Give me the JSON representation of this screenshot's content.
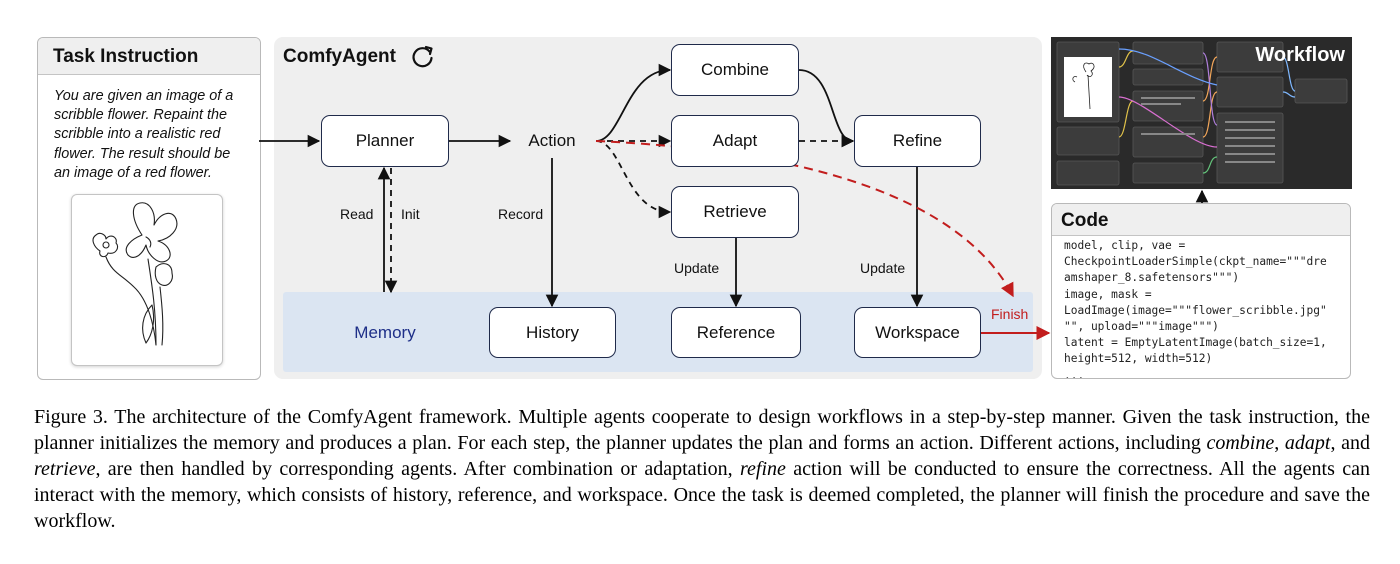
{
  "task_panel": {
    "title": "Task Instruction",
    "instruction": "You are given an image of a scribble flower. Repaint the scribble into a realistic red flower. The result should be an image of a red flower."
  },
  "agent_panel": {
    "title": "ComfyAgent",
    "nodes": {
      "planner": "Planner",
      "action": "Action",
      "combine": "Combine",
      "adapt": "Adapt",
      "retrieve": "Retrieve",
      "refine": "Refine",
      "memory": "Memory",
      "history": "History",
      "reference": "Reference",
      "workspace": "Workspace"
    },
    "edge_labels": {
      "read": "Read",
      "init": "Init",
      "record": "Record",
      "update_reference": "Update",
      "update_workspace": "Update",
      "finish": "Finish"
    },
    "colors": {
      "node_border": "#1f2a4a",
      "memory_band": "#dbe5f2",
      "memory_text": "#1e2f88",
      "finish": "#c21d1d"
    }
  },
  "workflow": {
    "title": "Workflow"
  },
  "code_panel": {
    "title": "Code",
    "lines": [
      "model, clip, vae =",
      "CheckpointLoaderSimple(ckpt_name=\"\"\"dre",
      "amshaper_8.safetensors\"\"\")",
      "image, mask =",
      "LoadImage(image=\"\"\"flower_scribble.jpg\"",
      "\"\", upload=\"\"\"image\"\"\")",
      "latent = EmptyLatentImage(batch_size=1,",
      "height=512, width=512)",
      "..."
    ]
  },
  "caption": {
    "p1": "Figure 3. The architecture of the ComfyAgent framework. Multiple agents cooperate to design workflows in a step-by-step manner. Given the task instruction, the planner initializes the memory and produces a plan. For each step, the planner updates the plan and forms an action. Different actions, including ",
    "t_combine": "combine",
    "p2": ", ",
    "t_adapt": "adapt",
    "p3": ", and ",
    "t_retrieve": "retrieve",
    "p4": ", are then handled by corresponding agents. After combination or adaptation, ",
    "t_refine": "refine",
    "p5": " action will be conducted to ensure the correctness. All the agents can interact with the memory, which consists of history, reference, and workspace. Once the task is deemed completed, the planner will finish the procedure and save the workflow."
  }
}
